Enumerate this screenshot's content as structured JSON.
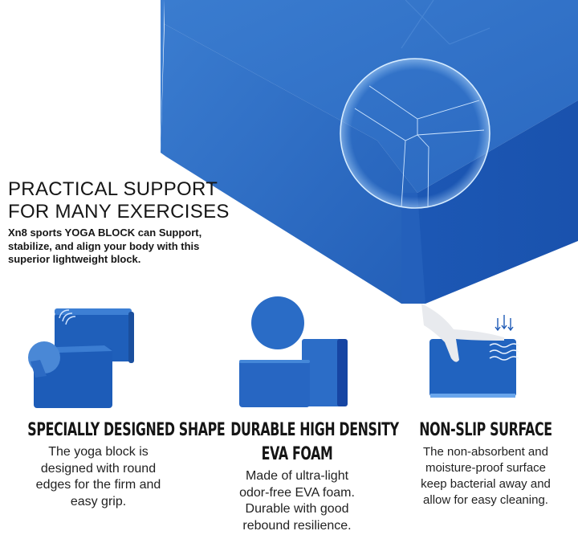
{
  "hero": {
    "headline": [
      "PRACTICAL SUPPORT",
      "FOR MANY EXERCISES"
    ],
    "subtext": [
      "Xn8 sports YOGA BLOCK can Support,",
      "stabilize, and align your body with this",
      "superior lightweight block."
    ],
    "image": "blue-foam-yoga-block-closeup-with-rounded-corner-magnifier",
    "colors": {
      "top_face": "#2f6fc6",
      "side_face": "#1f5bb8",
      "front_face": "#1a56b4",
      "highlight": "#bfe0ff"
    }
  },
  "features": [
    {
      "image": "two-blocks-with-rounded-edge-icon",
      "title": [
        "SPECIALLY DESIGNED SHAPE"
      ],
      "description": [
        "The yoga block is",
        "designed with round",
        "edges for the firm and",
        "easy grip."
      ]
    },
    {
      "image": "foam-texture-circle-and-blocks-icon",
      "title": [
        "DURABLE HIGH DENSITY",
        "EVA FOAM"
      ],
      "description": [
        "Made of ultra-light",
        "odor-free EVA foam.",
        "Durable with good",
        "rebound resilience."
      ]
    },
    {
      "image": "hand-on-block-moisture-proof-icon",
      "title": [
        "NON-SLIP SURFACE"
      ],
      "description": [
        "The non-absorbent and",
        "moisture-proof surface",
        "keep bacterial away and",
        "allow for easy cleaning."
      ]
    }
  ]
}
